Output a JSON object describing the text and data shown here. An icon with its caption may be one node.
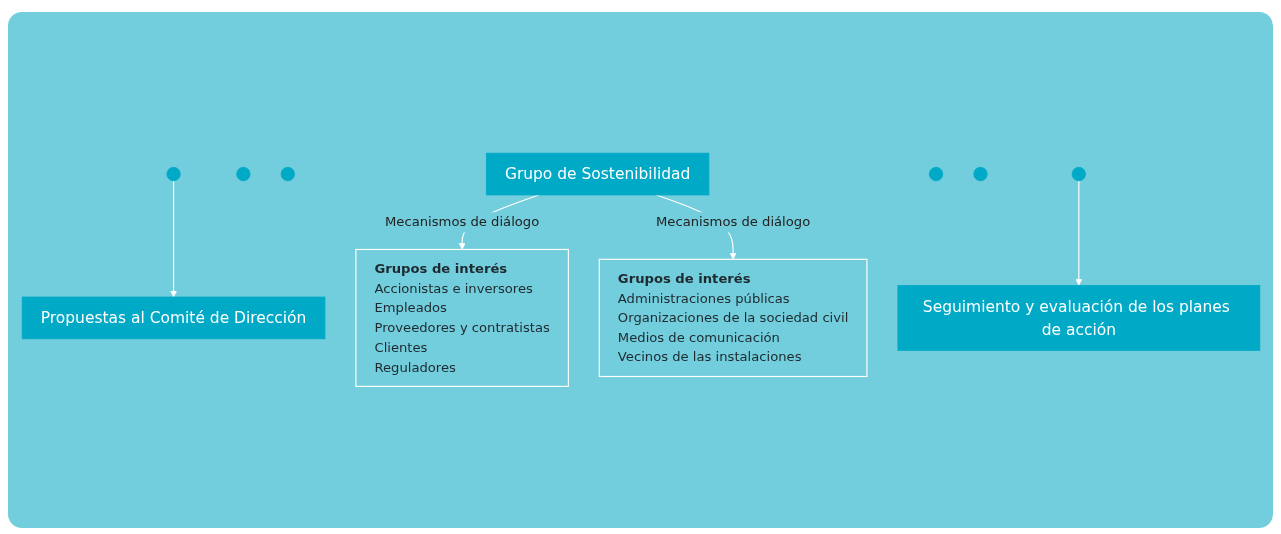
{
  "diagram": {
    "nodes": [
      {
        "text": [
          "Propuestas al Comité de Dirección"
        ]
      },
      {
        "text": [
          "Grupos de interés",
          "Accionistas e inversores",
          "Empleados",
          "Proveedores y contratistas",
          "Clientes",
          "Reguladores"
        ]
      },
      {
        "text": [],
        "shape": "circle"
      },
      {
        "text": [],
        "shape": "circle"
      },
      {
        "text": [],
        "shape": "circle"
      },
      {
        "text": [
          "Grupo de Sostenibilidad"
        ]
      },
      {
        "text": [
          "Grupos de interés",
          "Administraciones públicas",
          "Organizaciones de la sociedad civil",
          "Medios de comunicación",
          "Vecinos de las instalaciones"
        ]
      },
      {
        "text": [],
        "shape": "circle"
      },
      {
        "text": [],
        "shape": "circle"
      },
      {
        "text": [],
        "shape": "circle"
      },
      {
        "text": [
          "Seguimiento y evaluación de los planes de acción"
        ]
      }
    ],
    "edges": [
      {
        "from": 2,
        "to": 0,
        "arrow": "to"
      },
      {
        "from": 5,
        "to": 1,
        "label": "Mecanismos de diálogo",
        "arrow": "to"
      },
      {
        "from": 5,
        "to": 6,
        "label": "Mecanismos de diálogo",
        "arrow": "to"
      },
      {
        "from": 9,
        "to": 10,
        "arrow": "to"
      }
    ]
  }
}
